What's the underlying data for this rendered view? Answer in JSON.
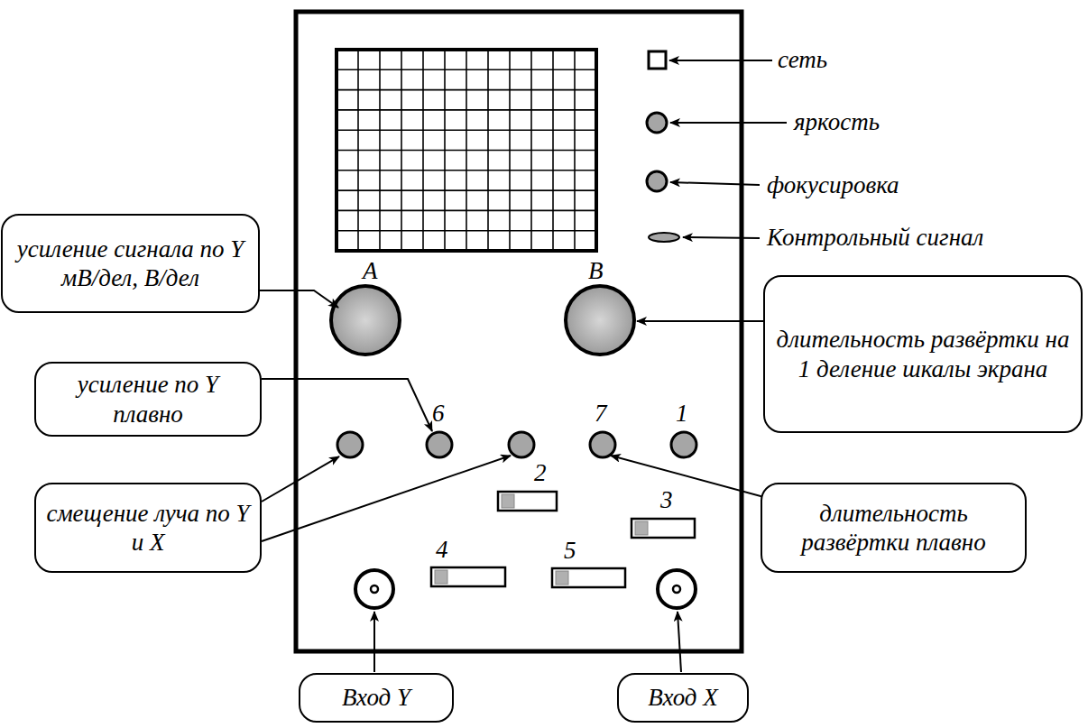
{
  "diagram": {
    "nodes": [
      {
        "text": [
          "усиление сигнала по Y мВ/дел, В/дел"
        ]
      },
      {
        "text": [
          "длительность развёртки на 1 деление шкалы экрана"
        ]
      },
      {
        "text": [
          "усиление по Y плавно"
        ]
      },
      {
        "text": [
          "смещение луча по Y и X"
        ]
      },
      {
        "text": [
          "длительность развёртки плавно"
        ]
      },
      {
        "text": [
          "Вход Y"
        ]
      },
      {
        "text": [
          "Вход X"
        ]
      }
    ],
    "labels": [
      "сеть",
      "яркость",
      "фокусировка",
      "Контрольный сигнал",
      "A",
      "B",
      "6",
      "7",
      "1",
      "2",
      "3",
      "4",
      "5"
    ]
  }
}
